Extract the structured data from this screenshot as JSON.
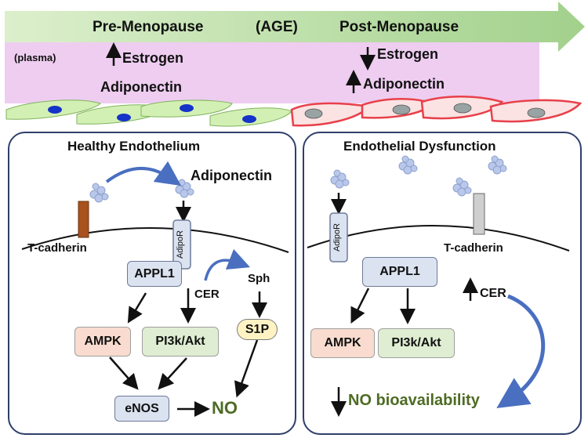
{
  "header": {
    "pre_menopause": "Pre-Menopause",
    "age": "(AGE)",
    "post_menopause": "Post-Menopause"
  },
  "plasma": {
    "label": "(plasma)",
    "left_estrogen": "Estrogen",
    "left_adiponectin": "Adiponectin",
    "right_estrogen": "Estrogen",
    "right_adiponectin": "Adiponectin"
  },
  "healthy_panel": {
    "title": "Healthy Endothelium",
    "adiponectin": "Adiponectin",
    "t_cadherin": "T-cadherin",
    "adipor": "AdipoR",
    "appl1": "APPL1",
    "cer": "CER",
    "sph": "Sph",
    "s1p": "S1P",
    "ampk": "AMPK",
    "pi3k": "PI3k/Akt",
    "enos": "eNOS",
    "no": "NO"
  },
  "dysfunction_panel": {
    "title": "Endothelial Dysfunction",
    "adipor": "AdipoR",
    "t_cadherin": "T-cadherin",
    "appl1": "APPL1",
    "cer": "CER",
    "ampk": "AMPK",
    "pi3k": "PI3k/Akt",
    "no_bioavailability": "NO bioavailability"
  },
  "colors": {
    "age_arrow_start": "#d9ecc9",
    "age_arrow_end": "#9fcf8a",
    "plasma_band": "#eecdf0",
    "healthy_cell": "#d3f0b4",
    "healthy_nucleus": "#1532c9",
    "dysfunction_cell": "#fbe3e3",
    "dysfunction_outline": "#e8404a",
    "dysfunction_nucleus": "#9aa3a3",
    "panel_border": "#2f3f6a",
    "no_green": "#4e6b24",
    "curved_arrow": "#4a6fc0"
  }
}
